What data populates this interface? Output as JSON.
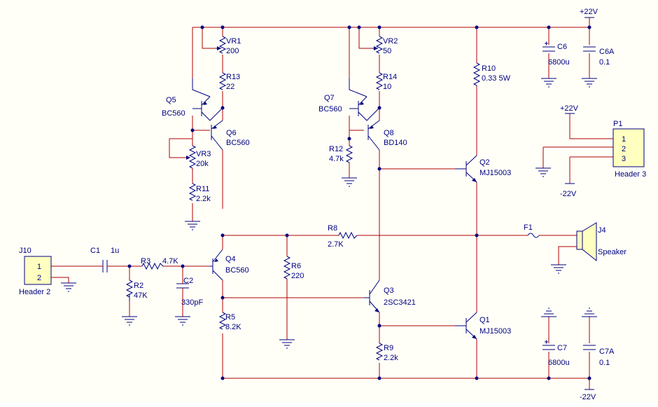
{
  "title": "Schematic",
  "colors": {
    "wire": "#b00000",
    "component": "#000080",
    "background": "#fffff8",
    "header_fill": "#ffffc0"
  },
  "rails": {
    "pos": "+22V",
    "neg": "-22V",
    "p1_pos": "+22V",
    "p1_neg": "-22V"
  },
  "components": {
    "VR1": {
      "ref": "VR1",
      "value": "200"
    },
    "VR2": {
      "ref": "VR2",
      "value": "50"
    },
    "VR3": {
      "ref": "VR3",
      "value": "20k"
    },
    "R13": {
      "ref": "R13",
      "value": "22"
    },
    "R14": {
      "ref": "R14",
      "value": "10"
    },
    "R10": {
      "ref": "R10",
      "value": "0.33 5W"
    },
    "R11": {
      "ref": "R11",
      "value": "2.2k"
    },
    "R12": {
      "ref": "R12",
      "value": "4.7k"
    },
    "R8": {
      "ref": "R8",
      "value": "2.7K"
    },
    "R6": {
      "ref": "R6",
      "value": "220"
    },
    "R5": {
      "ref": "R5",
      "value": "8.2K"
    },
    "R9": {
      "ref": "R9",
      "value": "2.2k"
    },
    "R3": {
      "ref": "R3",
      "value": "4.7K"
    },
    "R2": {
      "ref": "R2",
      "value": "47K"
    },
    "C1": {
      "ref": "C1",
      "value": "1u"
    },
    "C2": {
      "ref": "C2",
      "value": "330pF"
    },
    "C6": {
      "ref": "C6",
      "value": "6800u"
    },
    "C6A": {
      "ref": "C6A",
      "value": "0.1"
    },
    "C7": {
      "ref": "C7",
      "value": "6800u"
    },
    "C7A": {
      "ref": "C7A",
      "value": "0.1"
    },
    "Q1": {
      "ref": "Q1",
      "value": "MJ15003"
    },
    "Q2": {
      "ref": "Q2",
      "value": "MJ15003"
    },
    "Q3": {
      "ref": "Q3",
      "value": "2SC3421"
    },
    "Q4": {
      "ref": "Q4",
      "value": "BC560"
    },
    "Q5": {
      "ref": "Q5",
      "value": "BC560"
    },
    "Q6": {
      "ref": "Q6",
      "value": "BC560"
    },
    "Q7": {
      "ref": "Q7",
      "value": "BC560"
    },
    "Q8": {
      "ref": "Q8",
      "value": "BD140"
    },
    "F1": {
      "ref": "F1"
    },
    "J4": {
      "ref": "J4",
      "value": "Speaker"
    },
    "J10": {
      "ref": "J10",
      "value": "Header 2",
      "pins": [
        "1",
        "2"
      ]
    },
    "P1": {
      "ref": "P1",
      "value": "Header 3",
      "pins": [
        "1",
        "2",
        "3"
      ]
    }
  }
}
